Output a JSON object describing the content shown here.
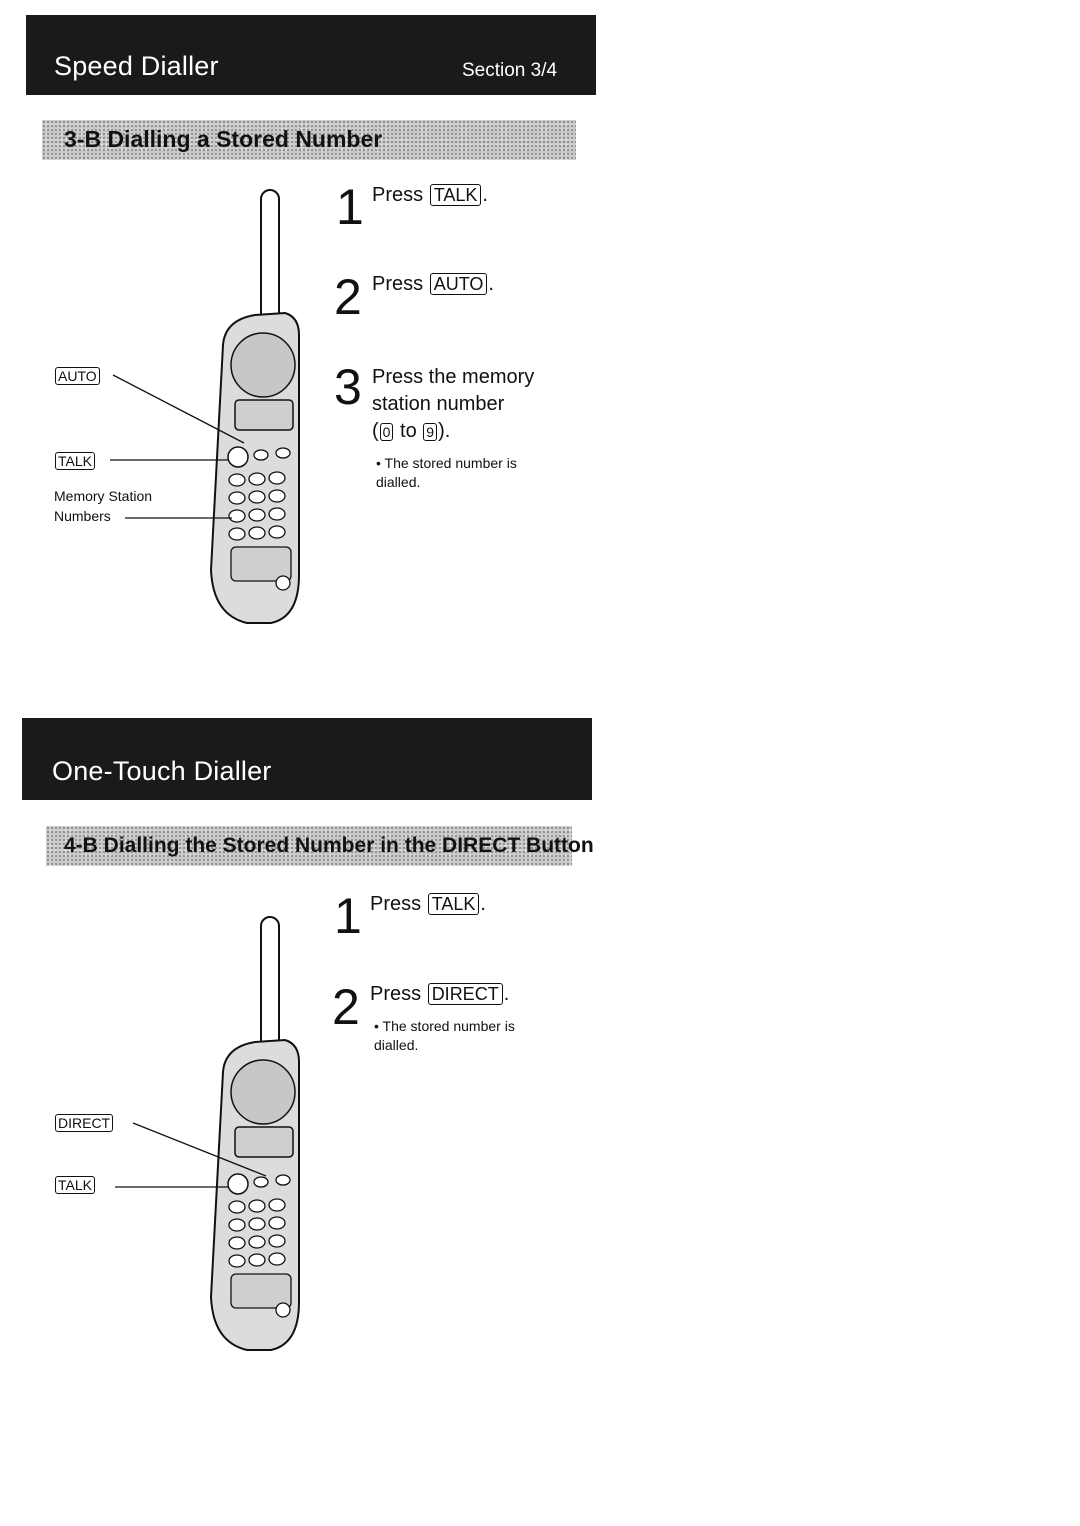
{
  "speed_dialler": {
    "title": "Speed Dialler",
    "section": "Section 3/4",
    "subtitle": "3-B  Dialling a Stored Number",
    "callouts": {
      "auto": "AUTO",
      "talk": "TALK",
      "memory_line1": "Memory Station",
      "memory_line2": "Numbers"
    },
    "steps": [
      {
        "num": "1",
        "prefix": "Press",
        "key": "TALK",
        "suffix": "."
      },
      {
        "num": "2",
        "prefix": "Press",
        "key": "AUTO",
        "suffix": "."
      },
      {
        "num": "3",
        "line1": "Press the memory",
        "line2": "station number",
        "open": "(",
        "key_a": "0",
        "to": "to",
        "key_b": "9",
        "close": ")."
      }
    ],
    "note": "The stored number is dialled."
  },
  "one_touch_dialler": {
    "title": "One-Touch Dialler",
    "subtitle": "4-B  Dialling the Stored Number in the DIRECT Button",
    "callouts": {
      "direct": "DIRECT",
      "talk": "TALK"
    },
    "steps": [
      {
        "num": "1",
        "prefix": "Press",
        "key": "TALK",
        "suffix": "."
      },
      {
        "num": "2",
        "prefix": "Press",
        "key": "DIRECT",
        "suffix": "."
      }
    ],
    "note": "The stored number is dialled."
  }
}
